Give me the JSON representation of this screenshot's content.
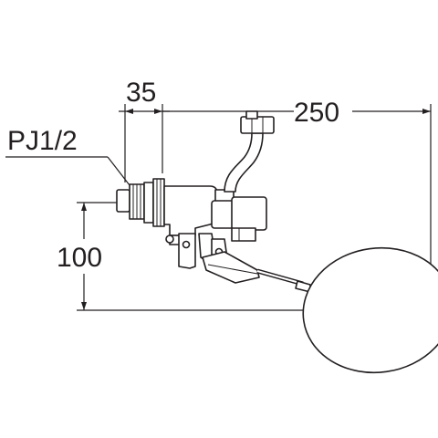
{
  "diagram": {
    "thread_label": "PJ1/2",
    "dim_width_small": "35",
    "dim_width_large": "250",
    "dim_height": "100"
  },
  "colors": {
    "line": "#231f20",
    "float_fill": "#ffffff",
    "background": "#ffffff"
  }
}
